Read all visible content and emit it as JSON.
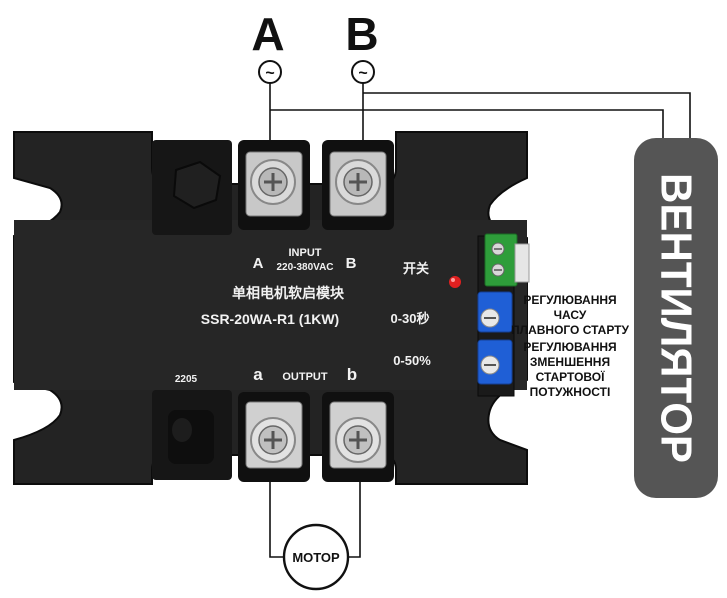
{
  "phase_labels": {
    "a": "A",
    "b": "B"
  },
  "ac_symbol": "~",
  "module": {
    "input_a": "A",
    "input_b": "B",
    "input_title": "INPUT",
    "input_voltage": "220-380VAC",
    "switch_label": "开关",
    "chinese_name": "单相电机软启模块",
    "model": "SSR-20WA-R1 (1KW)",
    "time_range": "0-30秒",
    "power_range": "0-50%",
    "batch": "2205",
    "output_a": "a",
    "output_title": "OUTPUT",
    "output_b": "b"
  },
  "annotations": {
    "soft_start_time": [
      "РЕГУЛЮВАННЯ",
      "ЧАСУ",
      "ПЛАВНОГО СТАРТУ"
    ],
    "start_power": [
      "РЕГУЛЮВАННЯ",
      "ЗМЕНШЕННЯ",
      "СТАРТОВОЇ",
      "ПОТУЖНОСТІ"
    ]
  },
  "fan_label": "ВЕНТИЛЯТОР",
  "motor_label": "МОТОР",
  "colors": {
    "body": "#222222",
    "fan_box": "#555555",
    "led": "#e02020",
    "trimmer": "#1f5fd6",
    "terminal_green": "#2e9d3a"
  }
}
